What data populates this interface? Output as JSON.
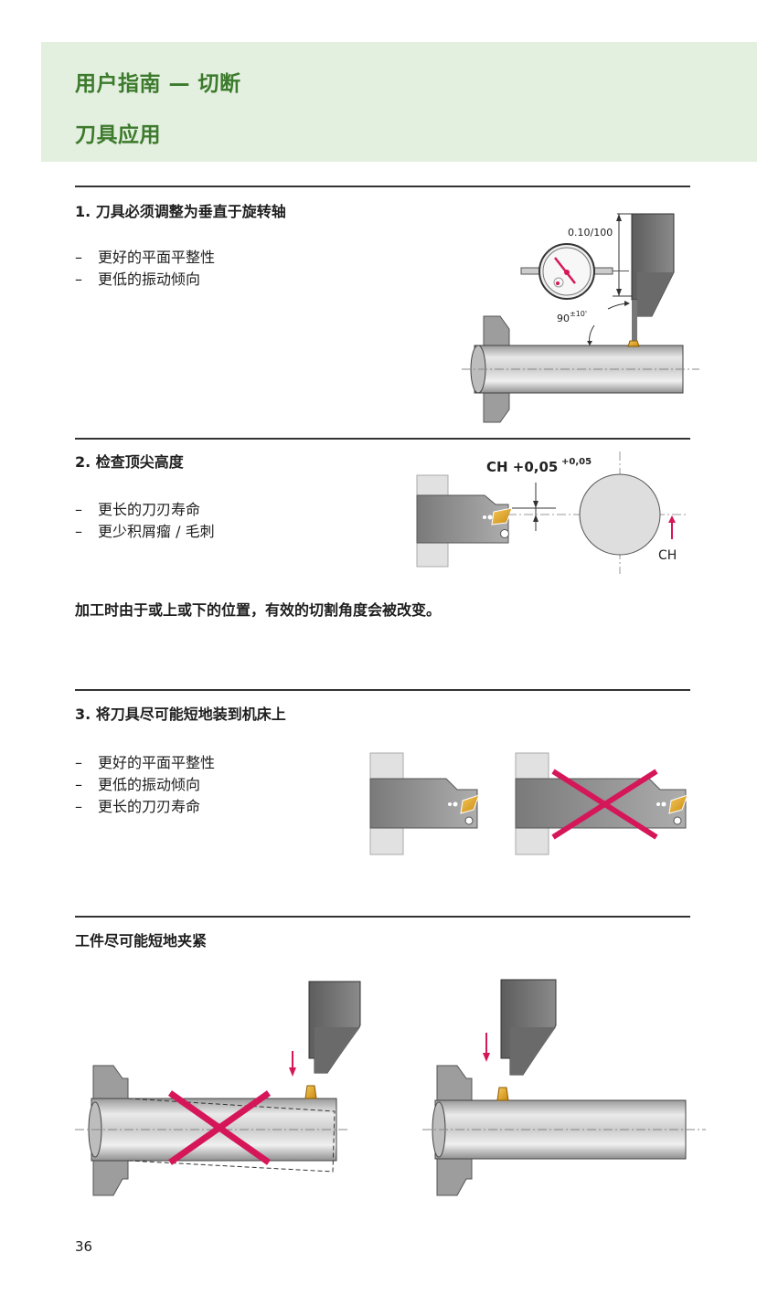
{
  "header": {
    "title": "用户指南 — 切断",
    "subtitle": "刀具应用",
    "background_color": "#e3efdf",
    "title_color": "#3c7a2c"
  },
  "sections": [
    {
      "title": "1. 刀具必须调整为垂直于旋转轴",
      "bullets": [
        "更好的平面平整性",
        "更低的振动倾向"
      ],
      "figure": {
        "name": "tool-perpendicularity-figure",
        "labels": {
          "tolerance": "0.10/100",
          "angle": "90",
          "angle_tolerance": "±10'"
        }
      }
    },
    {
      "title": "2. 检查顶尖高度",
      "bullets": [
        "更长的刀刃寿命",
        "更少积屑瘤 / 毛刺"
      ],
      "figure": {
        "name": "center-height-figure",
        "labels": {
          "ch_value": "CH +0,05",
          "ch_tolerance": "+0,05",
          "ch": "CH"
        }
      }
    },
    {
      "title": "3. 将刀具尽可能短地装到机床上",
      "bullets": [
        "更好的平面平整性",
        "更低的振动倾向",
        "更长的刀刃寿命"
      ],
      "figure": {
        "name": "tool-overhang-figure"
      }
    },
    {
      "title": "工件尽可能短地夹紧",
      "figure": {
        "name": "workpiece-clamping-figure"
      }
    }
  ],
  "note": "加工时由于或上或下的位置，有效的切割角度会被改变。",
  "bullet_dash": "–",
  "page_number": "36",
  "colors": {
    "accent_red": "#d5175a",
    "insert_gold": "#e8a821",
    "tool_gray": "#6f6f6f",
    "bar_gray": "#c9c9c9"
  }
}
